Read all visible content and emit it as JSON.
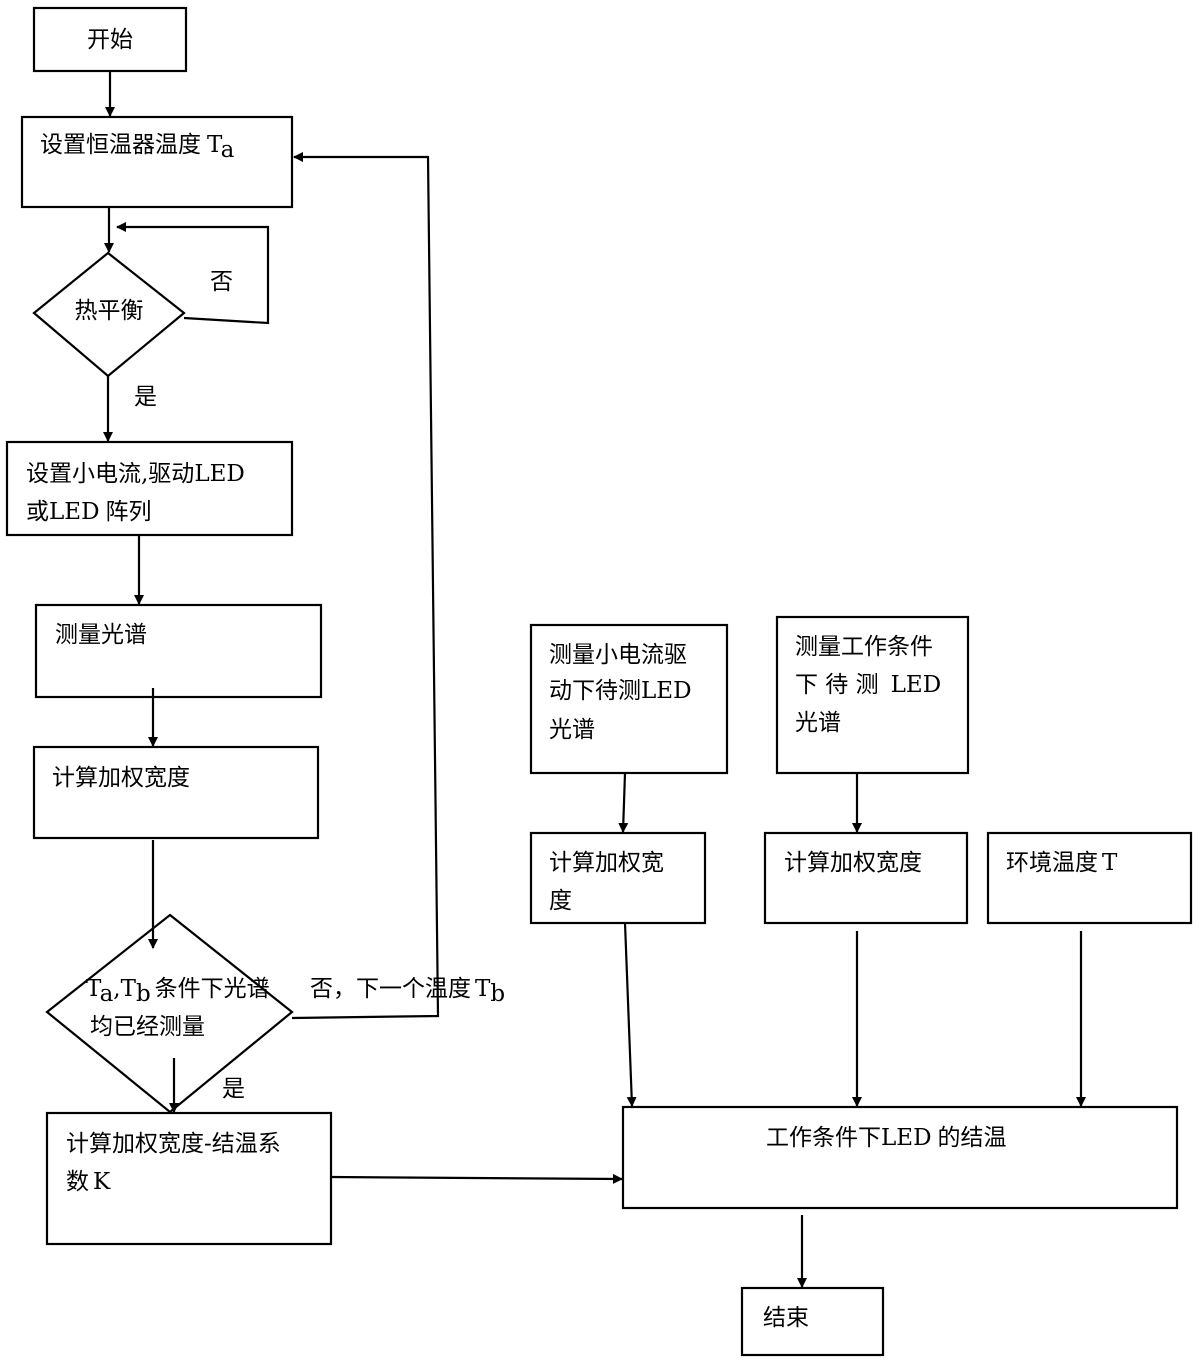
{
  "flowchart": {
    "start": "开始",
    "set_thermostat": {
      "text": "设置恒温器温度",
      "var": "T",
      "sub": "a"
    },
    "thermal_balance": "热平衡",
    "no_label": "否",
    "yes_label": "是",
    "set_current": {
      "line1": "设置小电流,驱动",
      "line1_latin": "LED",
      "line2_prefix": "或",
      "line2_latin": "LED",
      "line2_suffix": "阵列"
    },
    "measure_spectrum": "测量光谱",
    "calc_width": "计算加权宽度",
    "decision": {
      "var_a": "T",
      "sub_a": "a",
      "sep": ",",
      "var_b": "T",
      "sub_b": "b",
      "line1_suffix": "条件下光谱",
      "line2": "均已经测量"
    },
    "loop_label": {
      "text": "否，下一个温度",
      "var": "T",
      "sub": "b"
    },
    "yes_label2": "是",
    "calc_coeff": {
      "line1": "计算加权宽度-结温系",
      "line2": "数",
      "line2_latin": "K"
    },
    "measure_small": {
      "line1": "测量小电流驱",
      "line2": "动下待测",
      "line2_latin": "LED",
      "line3": "光谱"
    },
    "measure_work": {
      "line1": "测量工作条件",
      "line2": "下 待 测",
      "line2_latin": "LED",
      "line3": "光谱"
    },
    "calc_width_a": {
      "line1": "计算加权宽",
      "line2": "度"
    },
    "calc_width_b": "计算加权宽度",
    "ambient": {
      "text": "环境温度",
      "var": "T"
    },
    "junction": {
      "prefix": "工作条件下",
      "latin": "LED",
      "suffix": "的结温"
    },
    "end": "结束"
  }
}
